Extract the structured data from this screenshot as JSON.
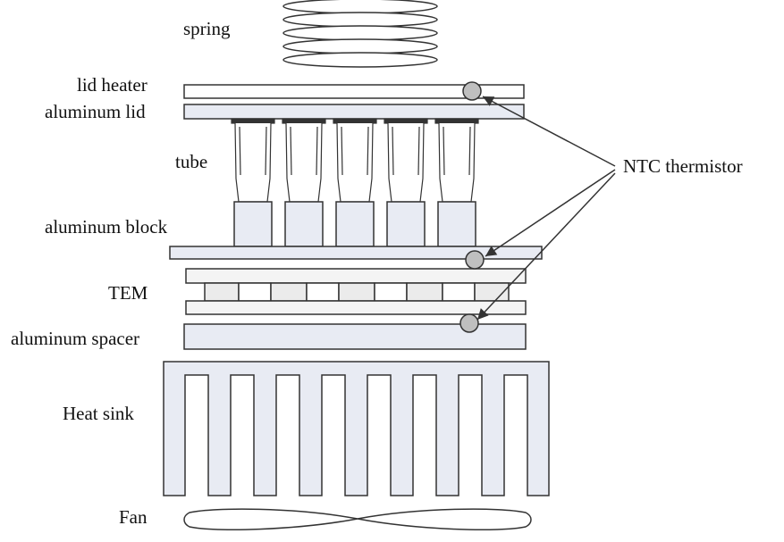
{
  "labels": {
    "spring": "spring",
    "lid_heater": "lid heater",
    "aluminum_lid": "aluminum lid",
    "tube": "tube",
    "aluminum_block": "aluminum block",
    "tem": "TEM",
    "aluminum_spacer": "aluminum spacer",
    "heat_sink": "Heat sink",
    "fan": "Fan",
    "ntc_thermistor": "NTC thermistor"
  },
  "colors": {
    "plate_fill": "#e8ebf3",
    "light_fill": "#f4f4f4",
    "thermistor_fill": "#bfbfbf",
    "stroke": "#333333"
  }
}
